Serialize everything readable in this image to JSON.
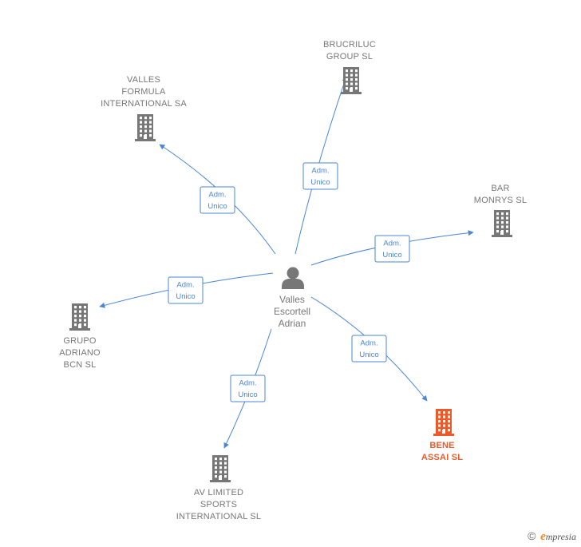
{
  "center": {
    "name_lines": [
      "Valles",
      "Escortell",
      "Adrian"
    ],
    "icon": "person-icon"
  },
  "edge_label": [
    "Adm.",
    "Unico"
  ],
  "companies": [
    {
      "key": "brucriluc",
      "name_lines": [
        "BRUCRILUC",
        "GROUP  SL"
      ],
      "icon": "building-icon",
      "highlight": false
    },
    {
      "key": "valles-formula",
      "name_lines": [
        "VALLES",
        "FORMULA",
        "INTERNATIONAL SA"
      ],
      "icon": "building-icon",
      "highlight": false
    },
    {
      "key": "bar-monrys",
      "name_lines": [
        "BAR",
        "MONRYS  SL"
      ],
      "icon": "building-icon",
      "highlight": false
    },
    {
      "key": "grupo-adriano",
      "name_lines": [
        "GRUPO",
        "ADRIANO",
        "BCN  SL"
      ],
      "icon": "building-icon",
      "highlight": false
    },
    {
      "key": "av-limited",
      "name_lines": [
        "AV LIMITED",
        "SPORTS",
        "INTERNATIONAL SL"
      ],
      "icon": "building-icon",
      "highlight": false
    },
    {
      "key": "bene-assai",
      "name_lines": [
        "BENE",
        "ASSAI  SL"
      ],
      "icon": "building-icon",
      "highlight": true
    }
  ],
  "colors": {
    "edge": "#4a86d4",
    "building": "#777777",
    "building_highlight": "#ec5a2c",
    "text": "#777777"
  },
  "footer": {
    "copyright_symbol": "©",
    "brand_initial": "e",
    "brand_rest": "mpresia"
  }
}
